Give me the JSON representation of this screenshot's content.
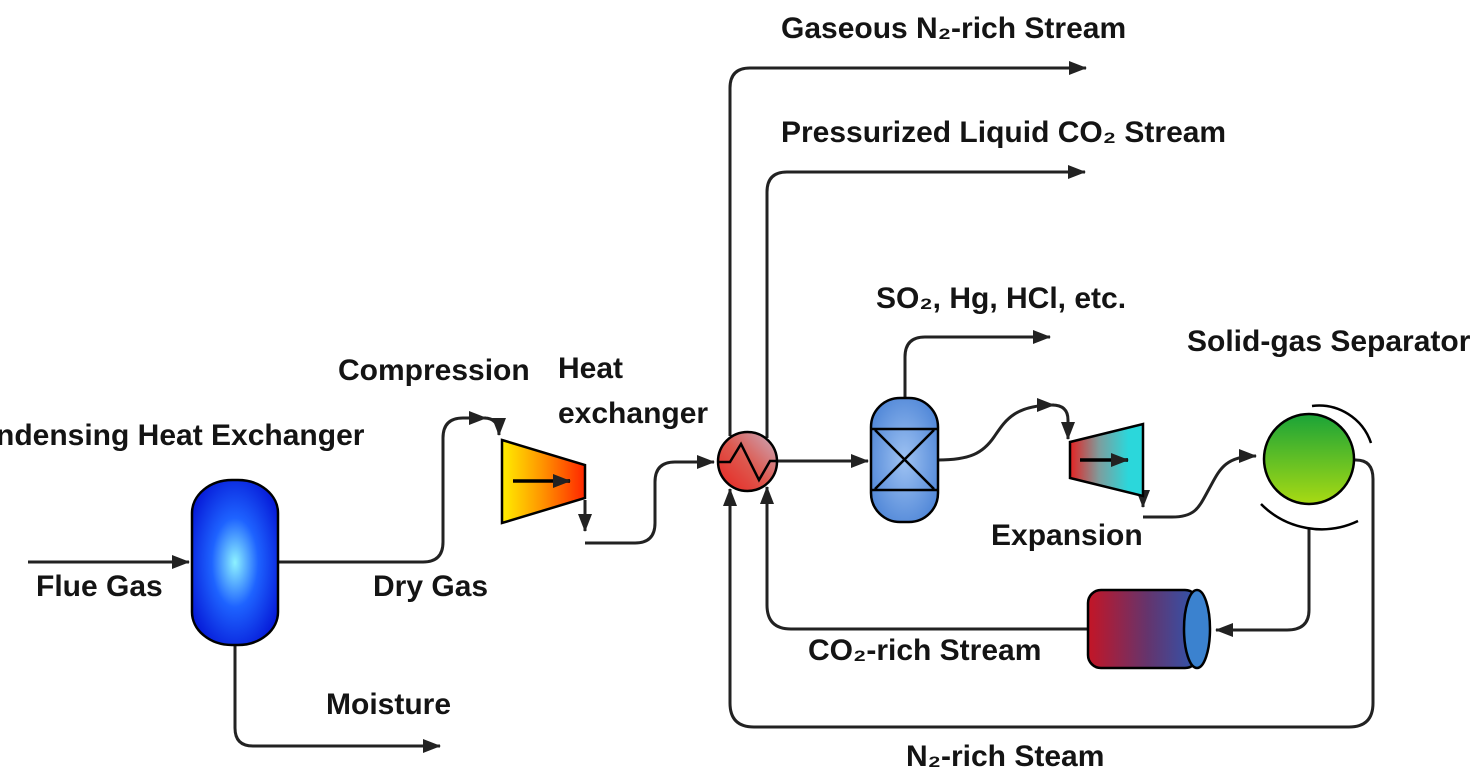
{
  "labels": {
    "gaseous_stream": "Gaseous N₂-rich Stream",
    "pressurized_stream": "Pressurized Liquid CO₂ Stream",
    "so2_stream": "SO₂, Hg, HCl, etc.",
    "solid_gas_separator": "Solid-gas Separator",
    "condensing_hx": "ndensing Heat Exchanger",
    "compression": "Compression",
    "heat_exchanger": "Heat\nexchanger",
    "flue_gas": "Flue Gas",
    "dry_gas": "Dry Gas",
    "moisture": "Moisture",
    "expansion": "Expansion",
    "co2_stream": "CO₂-rich Stream",
    "n2_steam": "N₂-rich Steam"
  },
  "colors": {
    "line": "#222222",
    "equipment_stroke": "#000000",
    "condenser_core": "#8df2ff",
    "condenser_mid": "#1e63ff",
    "condenser_edge": "#0517d6",
    "compressor_left": "#ffee00",
    "compressor_mid": "#ff9100",
    "compressor_right": "#ff2600",
    "hx_red": "#e7231f",
    "hx_mid": "#dd5a50",
    "hx_fade": "#c9adc0",
    "vessel_center": "#9ec2f2",
    "vessel_edge": "#3a76d0",
    "expander_left": "#e62222",
    "expander_mid": "#7d9e9e",
    "expander_right": "#2bd7db",
    "separator_top": "#1aa338",
    "separator_bottom": "#a8da13",
    "drum_left": "#c41526",
    "drum_mid": "#63356e",
    "drum_right": "#2e55af",
    "drum_cap": "#3b82cf"
  }
}
